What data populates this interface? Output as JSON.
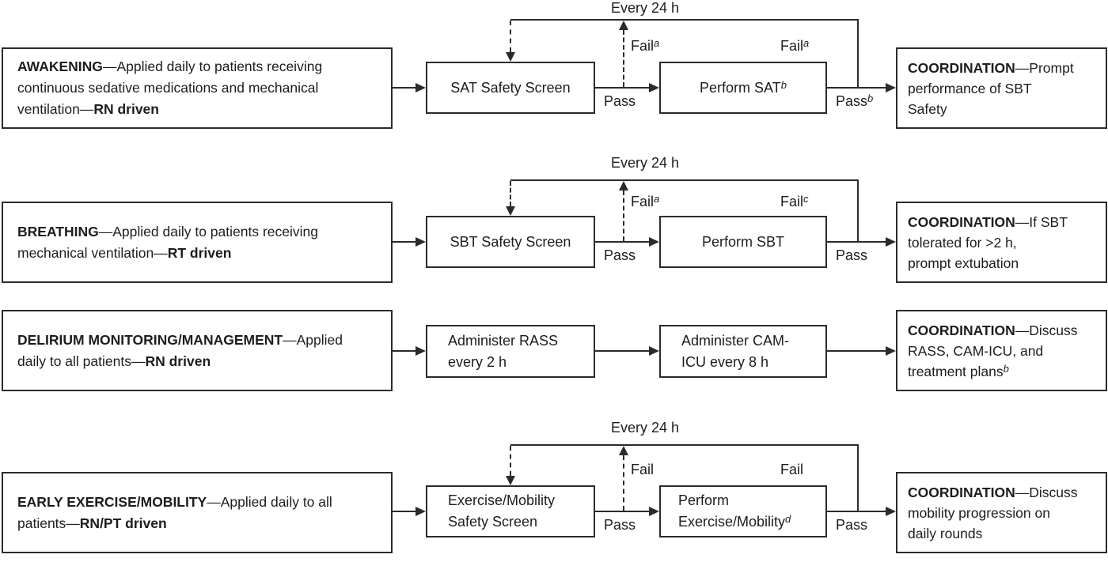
{
  "rows": [
    {
      "name": "awakening",
      "loop": "Every 24 h",
      "category": {
        "line1": {
          "b": "AWAKENING",
          "t": "—Applied daily to patients receiving",
          "tb": ""
        },
        "line2": {
          "b": "",
          "t": "continuous sedative medications and mechanical",
          "tb": ""
        },
        "line3": {
          "b": "",
          "t": "ventilation—",
          "tb": "RN driven"
        }
      },
      "step1": {
        "l1": "SAT Safety Screen",
        "s1": "",
        "l2": "",
        "s2": ""
      },
      "step2": {
        "l1": "Perform SAT",
        "s1": "b",
        "l2": "",
        "s2": ""
      },
      "pass_step1": {
        "t": "Pass",
        "s": ""
      },
      "pass_step2": {
        "t": "Pass",
        "s": "b"
      },
      "fail_step1": {
        "t": "Fail",
        "s": "a"
      },
      "fail_step2": {
        "t": "Fail",
        "s": "a"
      },
      "coordination": {
        "line1": {
          "b": "COORDINATION",
          "t": "—Prompt"
        },
        "line2": {
          "t": "performance of SBT"
        },
        "line3": {
          "t": "Safety",
          "s": ""
        }
      }
    },
    {
      "name": "breathing",
      "loop": "Every 24 h",
      "category": {
        "line1": {
          "b": "BREATHING",
          "t": "—Applied daily to patients receiving",
          "tb": ""
        },
        "line2": {
          "b": "",
          "t": "mechanical ventilation—",
          "tb": "RT driven"
        },
        "line3": {
          "b": "",
          "t": "",
          "tb": ""
        }
      },
      "step1": {
        "l1": "SBT Safety Screen",
        "s1": "",
        "l2": "",
        "s2": ""
      },
      "step2": {
        "l1": "Perform SBT",
        "s1": "",
        "l2": "",
        "s2": ""
      },
      "pass_step1": {
        "t": "Pass",
        "s": ""
      },
      "pass_step2": {
        "t": "Pass",
        "s": ""
      },
      "fail_step1": {
        "t": "Fail",
        "s": "a"
      },
      "fail_step2": {
        "t": "Fail",
        "s": "c"
      },
      "coordination": {
        "line1": {
          "b": "COORDINATION",
          "t": "—If SBT"
        },
        "line2": {
          "t": "tolerated for >2 h,"
        },
        "line3": {
          "t": "prompt extubation",
          "s": ""
        }
      }
    },
    {
      "name": "delirium-monitoring-management",
      "loop": "",
      "category": {
        "line1": {
          "b": "DELIRIUM MONITORING/MANAGEMENT",
          "t": "—Applied",
          "tb": ""
        },
        "line2": {
          "b": "",
          "t": "daily to all patients—",
          "tb": "RN driven"
        },
        "line3": {
          "b": "",
          "t": "",
          "tb": ""
        }
      },
      "step1": {
        "l1": "Administer RASS",
        "s1": "",
        "l2": "every 2 h",
        "s2": ""
      },
      "step2": {
        "l1": "Administer CAM-",
        "s1": "",
        "l2": "ICU every 8 h",
        "s2": ""
      },
      "coordination": {
        "line1": {
          "b": "COORDINATION",
          "t": "—Discuss"
        },
        "line2": {
          "t": "RASS, CAM-ICU, and"
        },
        "line3": {
          "t": "treatment plans",
          "s": "b"
        }
      }
    },
    {
      "name": "early-exercise-mobility",
      "loop": "Every 24 h",
      "category": {
        "line1": {
          "b": "EARLY EXERCISE/MOBILITY",
          "t": "—Applied daily to all",
          "tb": ""
        },
        "line2": {
          "b": "",
          "t": "patients—",
          "tb": "RN/PT driven"
        },
        "line3": {
          "b": "",
          "t": "",
          "tb": ""
        }
      },
      "step1": {
        "l1": "Exercise/Mobility",
        "s1": "",
        "l2": "Safety Screen",
        "s2": ""
      },
      "step2": {
        "l1": "Perform",
        "s1": "",
        "l2": "Exercise/Mobility",
        "s2": "d"
      },
      "pass_step1": {
        "t": "Pass",
        "s": ""
      },
      "pass_step2": {
        "t": "Pass",
        "s": ""
      },
      "fail_step1": {
        "t": "Fail",
        "s": ""
      },
      "fail_step2": {
        "t": "Fail",
        "s": ""
      },
      "coordination": {
        "line1": {
          "b": "COORDINATION",
          "t": "—Discuss"
        },
        "line2": {
          "t": "mobility progression on"
        },
        "line3": {
          "t": "daily rounds",
          "s": ""
        }
      }
    }
  ]
}
